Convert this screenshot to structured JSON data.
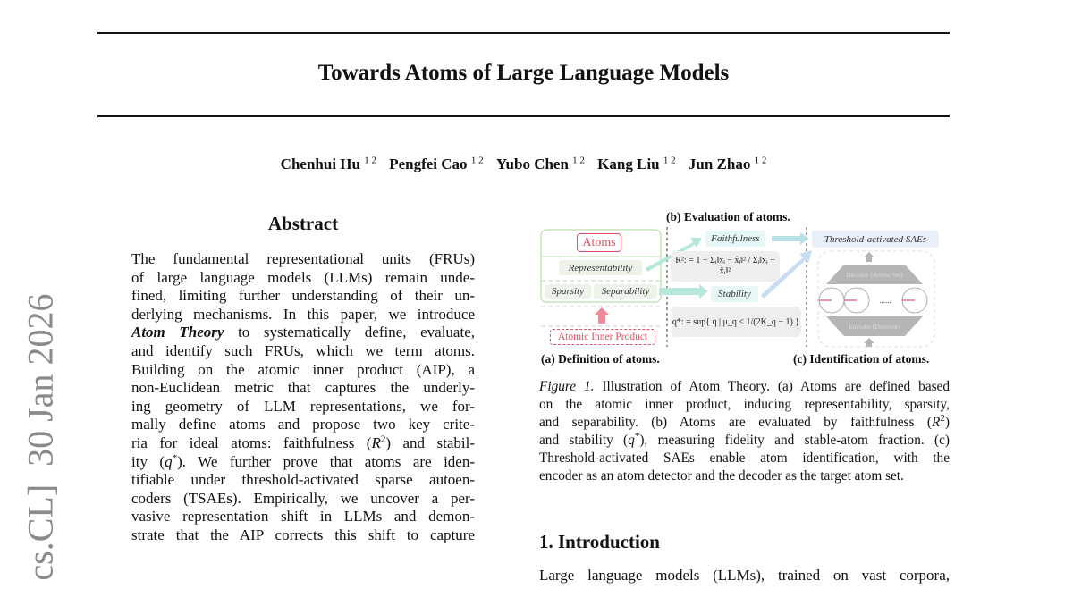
{
  "title": "Towards Atoms of Large Language Models",
  "authors": [
    {
      "name": "Chenhui Hu",
      "aff": "1 2"
    },
    {
      "name": "Pengfei Cao",
      "aff": "1 2"
    },
    {
      "name": "Yubo Chen",
      "aff": "1 2"
    },
    {
      "name": "Kang Liu",
      "aff": "1 2"
    },
    {
      "name": "Jun Zhao",
      "aff": "1 2"
    }
  ],
  "sidebar": "cs.CL]  30 Jan 2026",
  "abstract": {
    "heading": "Abstract",
    "lines": [
      [
        {
          "t": "The fundamental representational units (FRUs)"
        }
      ],
      [
        {
          "t": "of large language models (LLMs) remain unde-"
        }
      ],
      [
        {
          "t": "fined, limiting further understanding of their un-"
        }
      ],
      [
        {
          "t": "derlying mechanisms. In this paper, we introduce"
        }
      ],
      [
        {
          "t": "Atom Theory",
          "f": "bi"
        },
        {
          "t": " to systematically define, evaluate,"
        }
      ],
      [
        {
          "t": "and identify such FRUs, which we term atoms."
        }
      ],
      [
        {
          "t": "Building on the atomic inner product (AIP), a"
        }
      ],
      [
        {
          "t": "non-Euclidean metric that captures the underly-"
        }
      ],
      [
        {
          "t": "ing geometry of LLM representations, we for-"
        }
      ],
      [
        {
          "t": "mally define atoms and propose two key crite-"
        }
      ],
      [
        {
          "t": "ria for ideal atoms: faithfulness ("
        },
        {
          "t": "R",
          "f": "it"
        },
        {
          "t": "2",
          "f": "sup"
        },
        {
          "t": ") and stabil-"
        }
      ],
      [
        {
          "t": "ity ("
        },
        {
          "t": "q",
          "f": "it"
        },
        {
          "t": "*",
          "f": "sup"
        },
        {
          "t": ").  We further prove that atoms are iden-"
        }
      ],
      [
        {
          "t": "tifiable under threshold-activated sparse autoen-"
        }
      ],
      [
        {
          "t": "coders (TSAEs). Empirically, we uncover a per-"
        }
      ],
      [
        {
          "t": "vasive representation shift in LLMs and demon-"
        }
      ],
      [
        {
          "t": "strate that the AIP corrects this shift to capture"
        }
      ]
    ]
  },
  "figure": {
    "label_a": "(a) Definition of atoms.",
    "label_b": "(b) Evaluation of atoms.",
    "label_c": "(c) Identification of atoms.",
    "atoms": "Atoms",
    "representability": "Representability",
    "sparsity": "Sparsity",
    "separability": "Separability",
    "aip": "Atomic Inner Product",
    "faithfulness": "Faithfulness",
    "stability": "Stability",
    "r2_formula": "R²: = 1 − Σᵢ‖xᵢ − x̂ᵢ‖² / Σᵢ‖xᵢ − x̄ᵢ‖²",
    "q_formula": "q*: = sup{ q | μ_q < 1/(2K_q − 1) }",
    "tsae": "Threshold-activated SAEs",
    "decoder": "Decoder (Atoms Set)",
    "encoder": "Encoder (Detector)",
    "ellipsis": "......",
    "colors": {
      "green": "#a9d69a",
      "red": "#e0506a",
      "cyan": "#9fe0dc",
      "blue": "#bcd4f0"
    }
  },
  "caption": {
    "lines": [
      [
        {
          "t": "Figure 1.",
          "f": "it"
        },
        {
          "t": " Illustration of Atom Theory. (a) Atoms are defined based"
        }
      ],
      [
        {
          "t": "on the atomic inner product, inducing representability, sparsity,"
        }
      ],
      [
        {
          "t": "and separability. (b) Atoms are evaluated by faithfulness ("
        },
        {
          "t": "R",
          "f": "it"
        },
        {
          "t": "2",
          "f": "sup"
        },
        {
          "t": ")"
        }
      ],
      [
        {
          "t": "and stability ("
        },
        {
          "t": "q",
          "f": "it"
        },
        {
          "t": "*",
          "f": "sup"
        },
        {
          "t": "), measuring fidelity and stable-atom fraction. (c)"
        }
      ],
      [
        {
          "t": "Threshold-activated SAEs enable atom identification, with the"
        }
      ],
      [
        {
          "t": "encoder as an atom detector and the decoder as the target atom set.",
          "last": true
        }
      ]
    ]
  },
  "intro": {
    "heading": "1. Introduction",
    "first_line": "Large language models (LLMs), trained on vast corpora,"
  }
}
